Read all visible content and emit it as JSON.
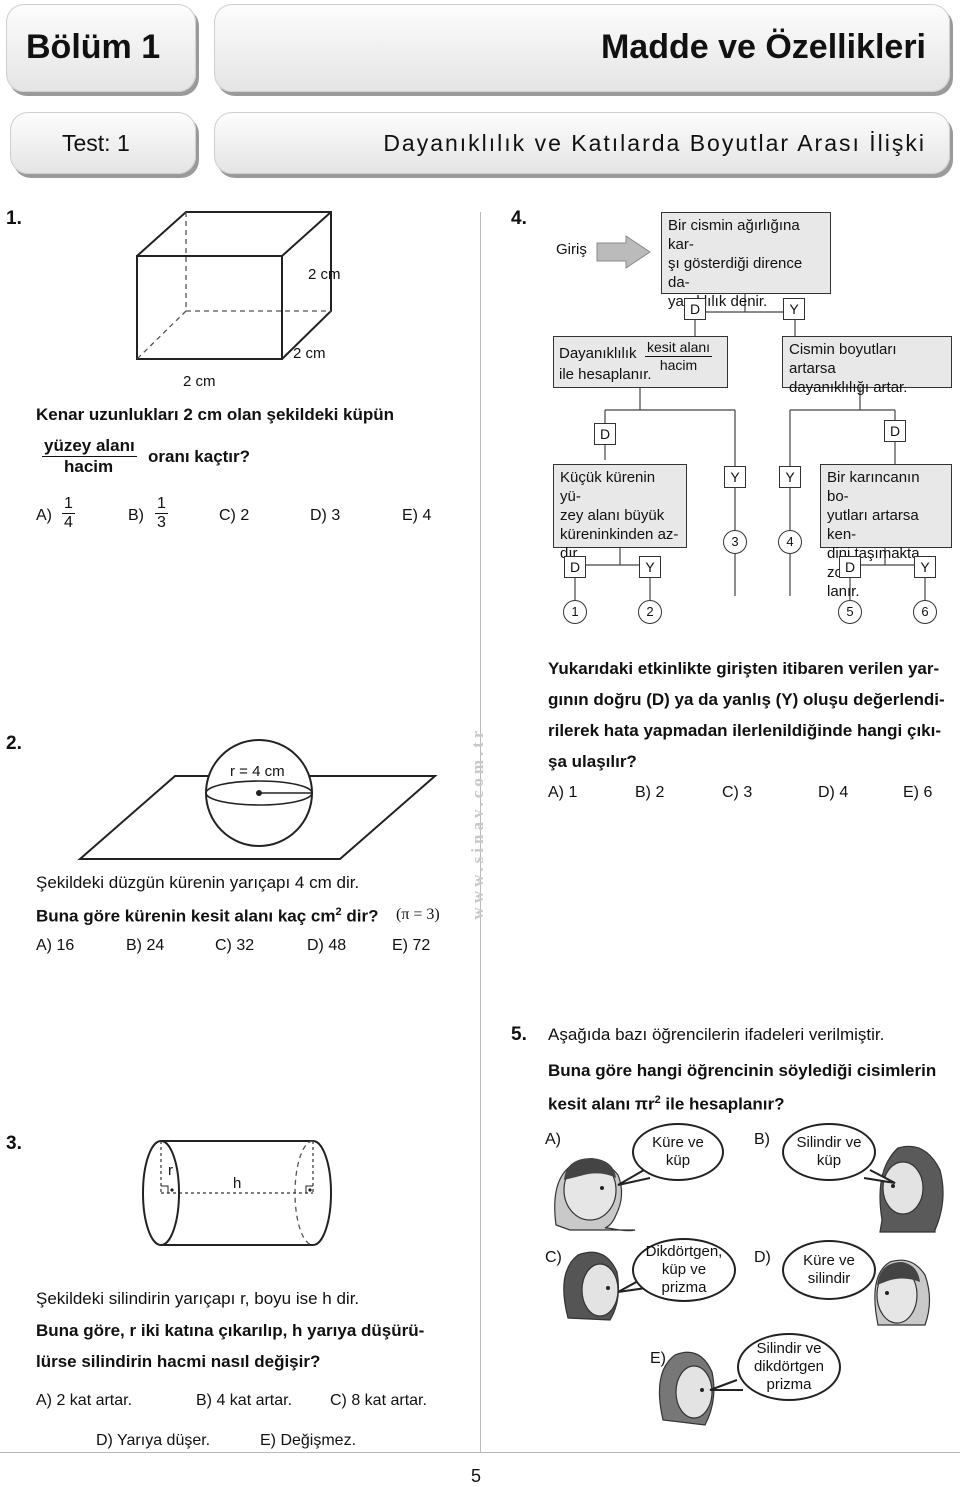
{
  "header": {
    "chapter": "Bölüm 1",
    "title": "Madde ve Özellikleri",
    "test": "Test: 1",
    "subtitle": "Dayanıklılık ve Katılarda Boyutlar Arası İlişki"
  },
  "q1": {
    "number": "1.",
    "labels": [
      "2 cm",
      "2 cm",
      "2 cm"
    ],
    "text": "Kenar uzunlukları 2 cm olan  şekildeki küpün",
    "frac_num": "yüzey alanı",
    "frac_den": "hacim",
    "frac_tail": "oranı kaçtır?",
    "opt_a": "A)",
    "opt_a_num": "1",
    "opt_a_den": "4",
    "opt_b": "B)",
    "opt_b_num": "1",
    "opt_b_den": "3",
    "opt_c": "C) 2",
    "opt_d": "D) 3",
    "opt_e": "E) 4"
  },
  "q2": {
    "number": "2.",
    "radius_label": "r = 4 cm",
    "text1": "Şekildeki düzgün kürenin yarıçapı 4 cm dir.",
    "text2": "Buna göre kürenin kesit alanı kaç cm",
    "text2_sup": "2",
    "text2_tail": " dir?",
    "pi_note": "(π = 3)",
    "opt_a": "A) 16",
    "opt_b": "B) 24",
    "opt_c": "C) 32",
    "opt_d": "D) 48",
    "opt_e": "E) 72"
  },
  "watermark": "www.sinav.com.tr",
  "q3": {
    "number": "3.",
    "r_label": "r",
    "h_label": "h",
    "text1": "Şekildeki silindirin yarıçapı r, boyu ise h dir.",
    "text2a": "Buna göre, r iki katına çıkarılıp, h yarıya düşürü-",
    "text2b": "lürse silindirin hacmi nasıl değişir?",
    "opt_a": "A) 2 kat artar.",
    "opt_b": "B) 4 kat artar.",
    "opt_c": "C) 8 kat artar.",
    "opt_d": "D) Yarıya düşer.",
    "opt_e": "E) Değişmez."
  },
  "q4": {
    "number": "4.",
    "entry": "Giriş",
    "start_box": [
      "Bir cismin ağırlığına kar-",
      "şı gösterdiği dirence da-",
      "yanıklılık denir."
    ],
    "left_box_pre": "Dayanıklılık",
    "left_box_num": "kesit alanı",
    "left_box_den": "hacim",
    "left_box_post": "ile hesaplanır.",
    "right_box": [
      "Cismin boyutları artarsa",
      "dayanıklılığı artar."
    ],
    "ll_box": [
      "Küçük kürenin yü-",
      "zey alanı büyük",
      "küreninkinden az-",
      "dır."
    ],
    "rr_box": [
      "Bir karıncanın bo-",
      "yutları artarsa ken-",
      "dini taşımakta zor-",
      "lanır."
    ],
    "tag_d": "D",
    "tag_y": "Y",
    "ends": [
      "1",
      "2",
      "3",
      "4",
      "5",
      "6"
    ],
    "question": [
      "Yukarıdaki etkinlikte girişten itibaren verilen yar-",
      "gının doğru (D) ya da yanlış (Y) oluşu değerlendi-",
      "rilerek hata yapmadan ilerlenildiğinde hangi çıkı-",
      "şa ulaşılır?"
    ],
    "opt_a": "A) 1",
    "opt_b": "B) 2",
    "opt_c": "C) 3",
    "opt_d": "D) 4",
    "opt_e": "E) 6"
  },
  "q5": {
    "number": "5.",
    "text1": "Aşağıda bazı öğrencilerin ifadeleri verilmiştir.",
    "text2": "Buna göre hangi öğrencinin söylediği cisimlerin",
    "text3": "kesit alanı πr",
    "text3_sup": "2",
    "text3_tail": " ile hesaplanır?",
    "opt_a": "A)",
    "opt_a_text": "Küre ve küp",
    "opt_b": "B)",
    "opt_b_text": "Silindir ve küp",
    "opt_c": "C)",
    "opt_c_text": "Dikdörtgen, küp ve prizma",
    "opt_d": "D)",
    "opt_d_text": "Küre ve silindir",
    "opt_e": "E)",
    "opt_e_text": "Silindir ve dikdörtgen prizma"
  },
  "footer": {
    "page_number": "5"
  }
}
